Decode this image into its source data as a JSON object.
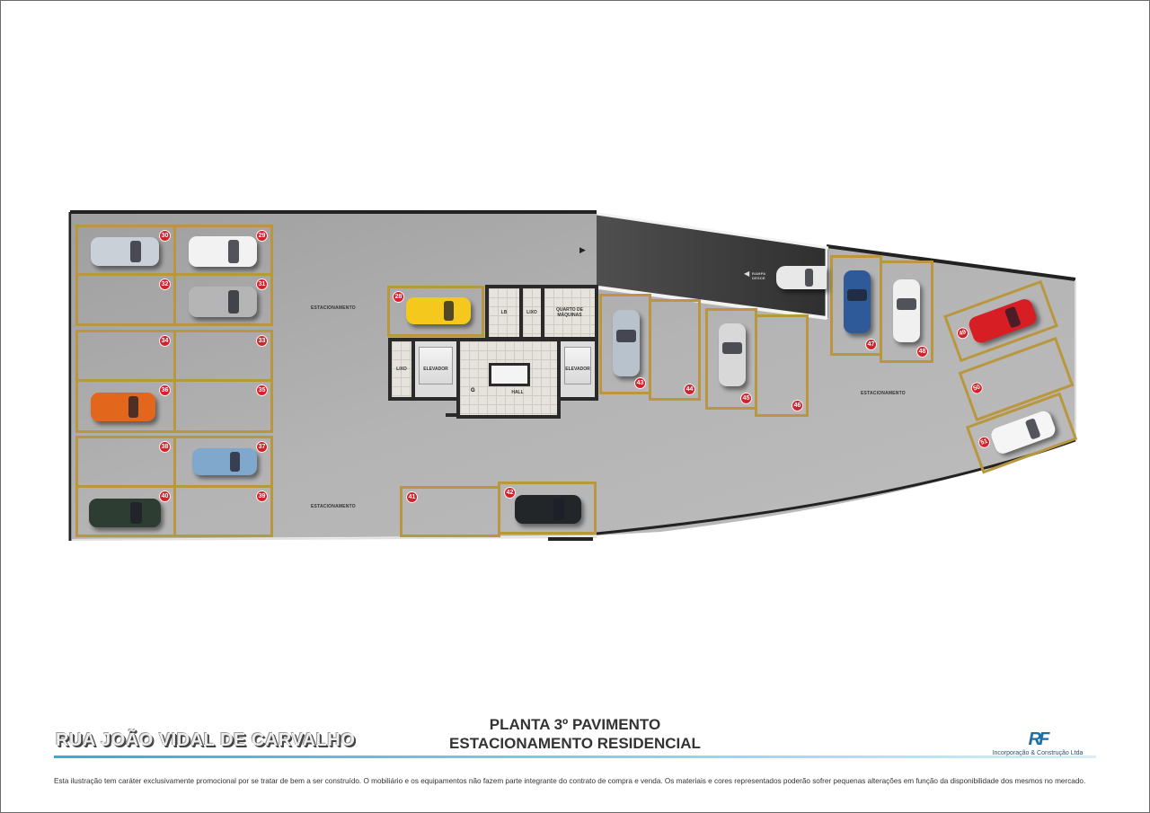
{
  "plan": {
    "labels": {
      "parking_left_top": "ESTACIONAMENTO",
      "parking_left_bottom": "ESTACIONAMENTO",
      "parking_right": "ESTACIONAMENTO",
      "ramp": "RAMPA DESCE"
    },
    "rooms": {
      "lb": "LB",
      "lixo_top": "LIXO",
      "machine_room": "QUARTO DE MÁQUINAS",
      "lixo_left": "LIXO",
      "elevator_left": "ELEVADOR",
      "elevator_right": "ELEVADOR",
      "hall": "HALL",
      "stair_marker": "G"
    },
    "spots": [
      {
        "n": "30"
      },
      {
        "n": "29"
      },
      {
        "n": "32"
      },
      {
        "n": "31"
      },
      {
        "n": "34"
      },
      {
        "n": "33"
      },
      {
        "n": "36"
      },
      {
        "n": "35"
      },
      {
        "n": "38"
      },
      {
        "n": "37"
      },
      {
        "n": "40"
      },
      {
        "n": "39"
      },
      {
        "n": "41"
      },
      {
        "n": "42"
      },
      {
        "n": "28"
      },
      {
        "n": "43"
      },
      {
        "n": "44"
      },
      {
        "n": "45"
      },
      {
        "n": "46"
      },
      {
        "n": "47"
      },
      {
        "n": "48"
      },
      {
        "n": "49"
      },
      {
        "n": "50"
      },
      {
        "n": "51"
      }
    ]
  },
  "footer": {
    "street": "RUA JOÃO VIDAL DE CARVALHO",
    "title_line1": "PLANTA  3º PAVIMENTO",
    "title_line2": "ESTACIONAMENTO RESIDENCIAL",
    "logo_mark": "RF",
    "company": "Incorporação & Construção Ltda",
    "disclaimer": "Esta ilustração tem caráter exclusivamente promocional por se tratar de bem a ser construído. O mobiliário e os equipamentos não fazem parte integrante do contrato de compra e venda. Os materiais e cores representados poderão sofrer pequenas alterações em função da disponibilidade dos mesmos no mercado."
  },
  "colors": {
    "slot_line": "#b8973e",
    "badge": "#d3222a",
    "floor": "#a9a9a9",
    "rule": "#3aa9d6"
  }
}
